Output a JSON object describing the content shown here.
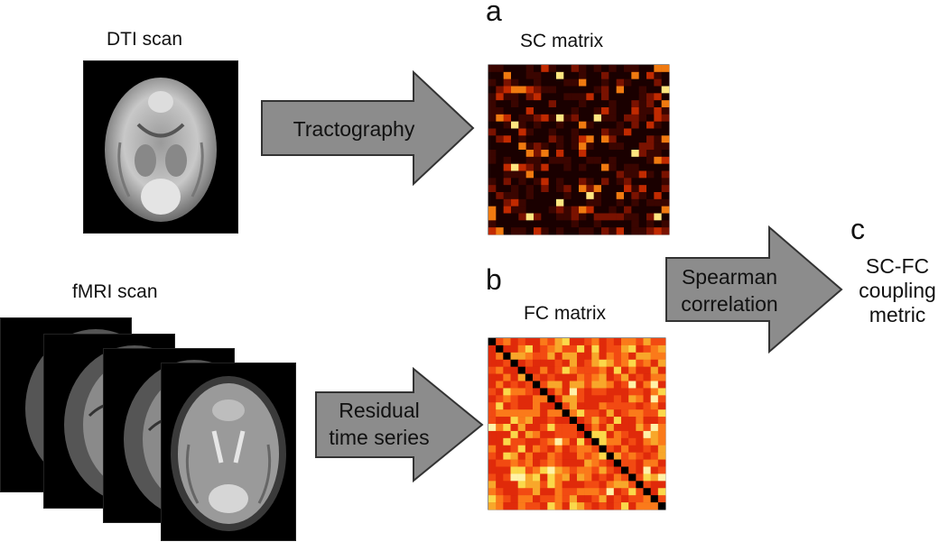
{
  "labels": {
    "dti_title": "DTI scan",
    "fmri_title": "fMRI scan",
    "sc_title": "SC matrix",
    "fc_title": "FC matrix",
    "panel_a": "a",
    "panel_b": "b",
    "panel_c": "c"
  },
  "arrows": {
    "tractography": "Tractography",
    "residual_line1": "Residual",
    "residual_line2": "time series",
    "spearman_line1": "Spearman",
    "spearman_line2": "correlation"
  },
  "outcome": {
    "line1": "SC-FC",
    "line2": "coupling",
    "line3": "metric"
  },
  "colors": {
    "arrow_fill": "#8c8c8c",
    "arrow_stroke": "#333333",
    "sc_background": "#1a0000",
    "fc_diagonal": "#000000"
  }
}
